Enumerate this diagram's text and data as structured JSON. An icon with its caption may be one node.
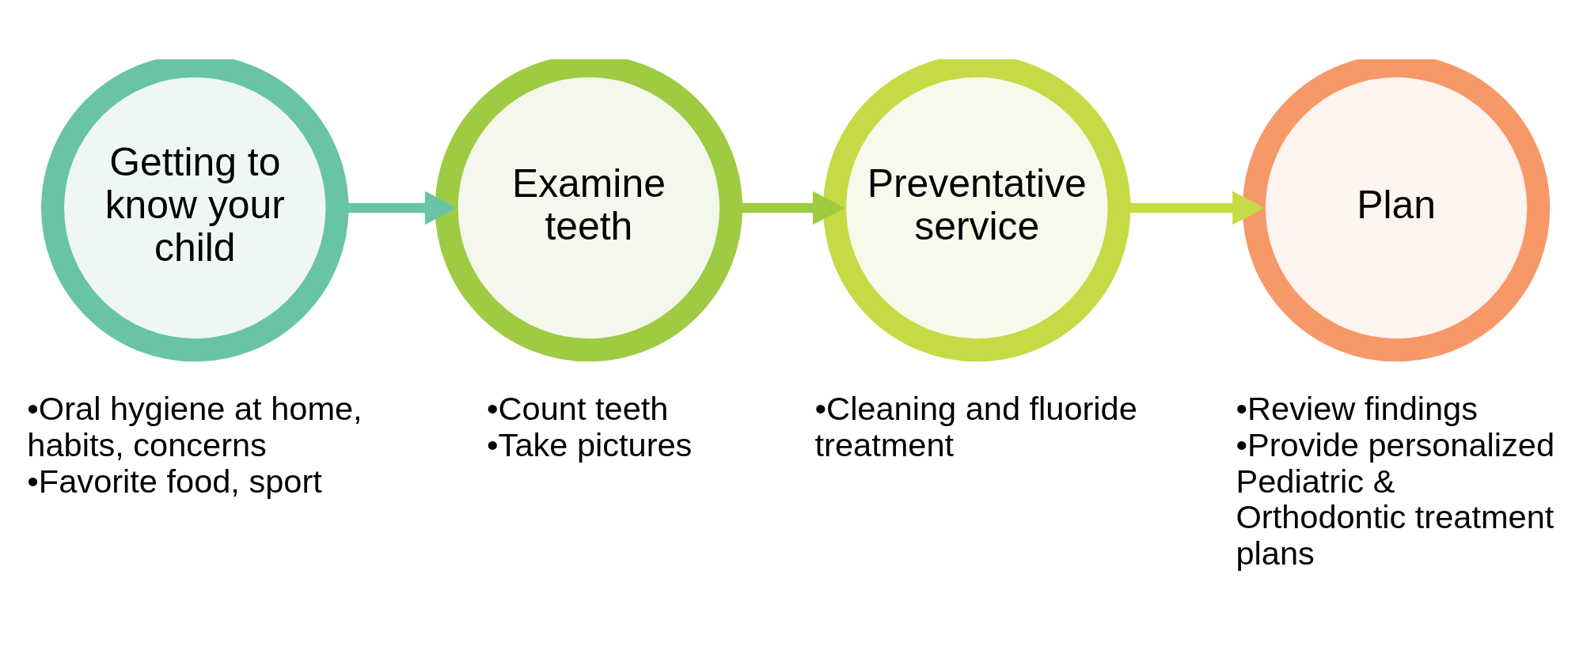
{
  "diagram": {
    "nodes": [
      {
        "text": [
          "Getting to know your child"
        ],
        "beside": [
          "•Oral hygiene at home, habits, concerns",
          "•Favorite food, sport"
        ]
      },
      {
        "text": [
          "Examine teeth"
        ],
        "beside": [
          "•Count teeth",
          "•Take pictures"
        ]
      },
      {
        "text": [
          "Preventative service"
        ],
        "beside": [
          "•Cleaning and fluoride treatment"
        ]
      },
      {
        "text": [
          "Plan"
        ],
        "beside": [
          "•Review findings",
          "•Provide personalized Pediatric & Orthodontic treatment plans"
        ]
      }
    ],
    "edges": [
      {
        "from": 0,
        "to": 1,
        "arrow": "to",
        "color": "#68c4a5"
      },
      {
        "from": 1,
        "to": 2,
        "arrow": "to",
        "color": "#9ecb42"
      },
      {
        "from": 2,
        "to": 3,
        "arrow": "to",
        "color": "#c5da45"
      }
    ]
  }
}
